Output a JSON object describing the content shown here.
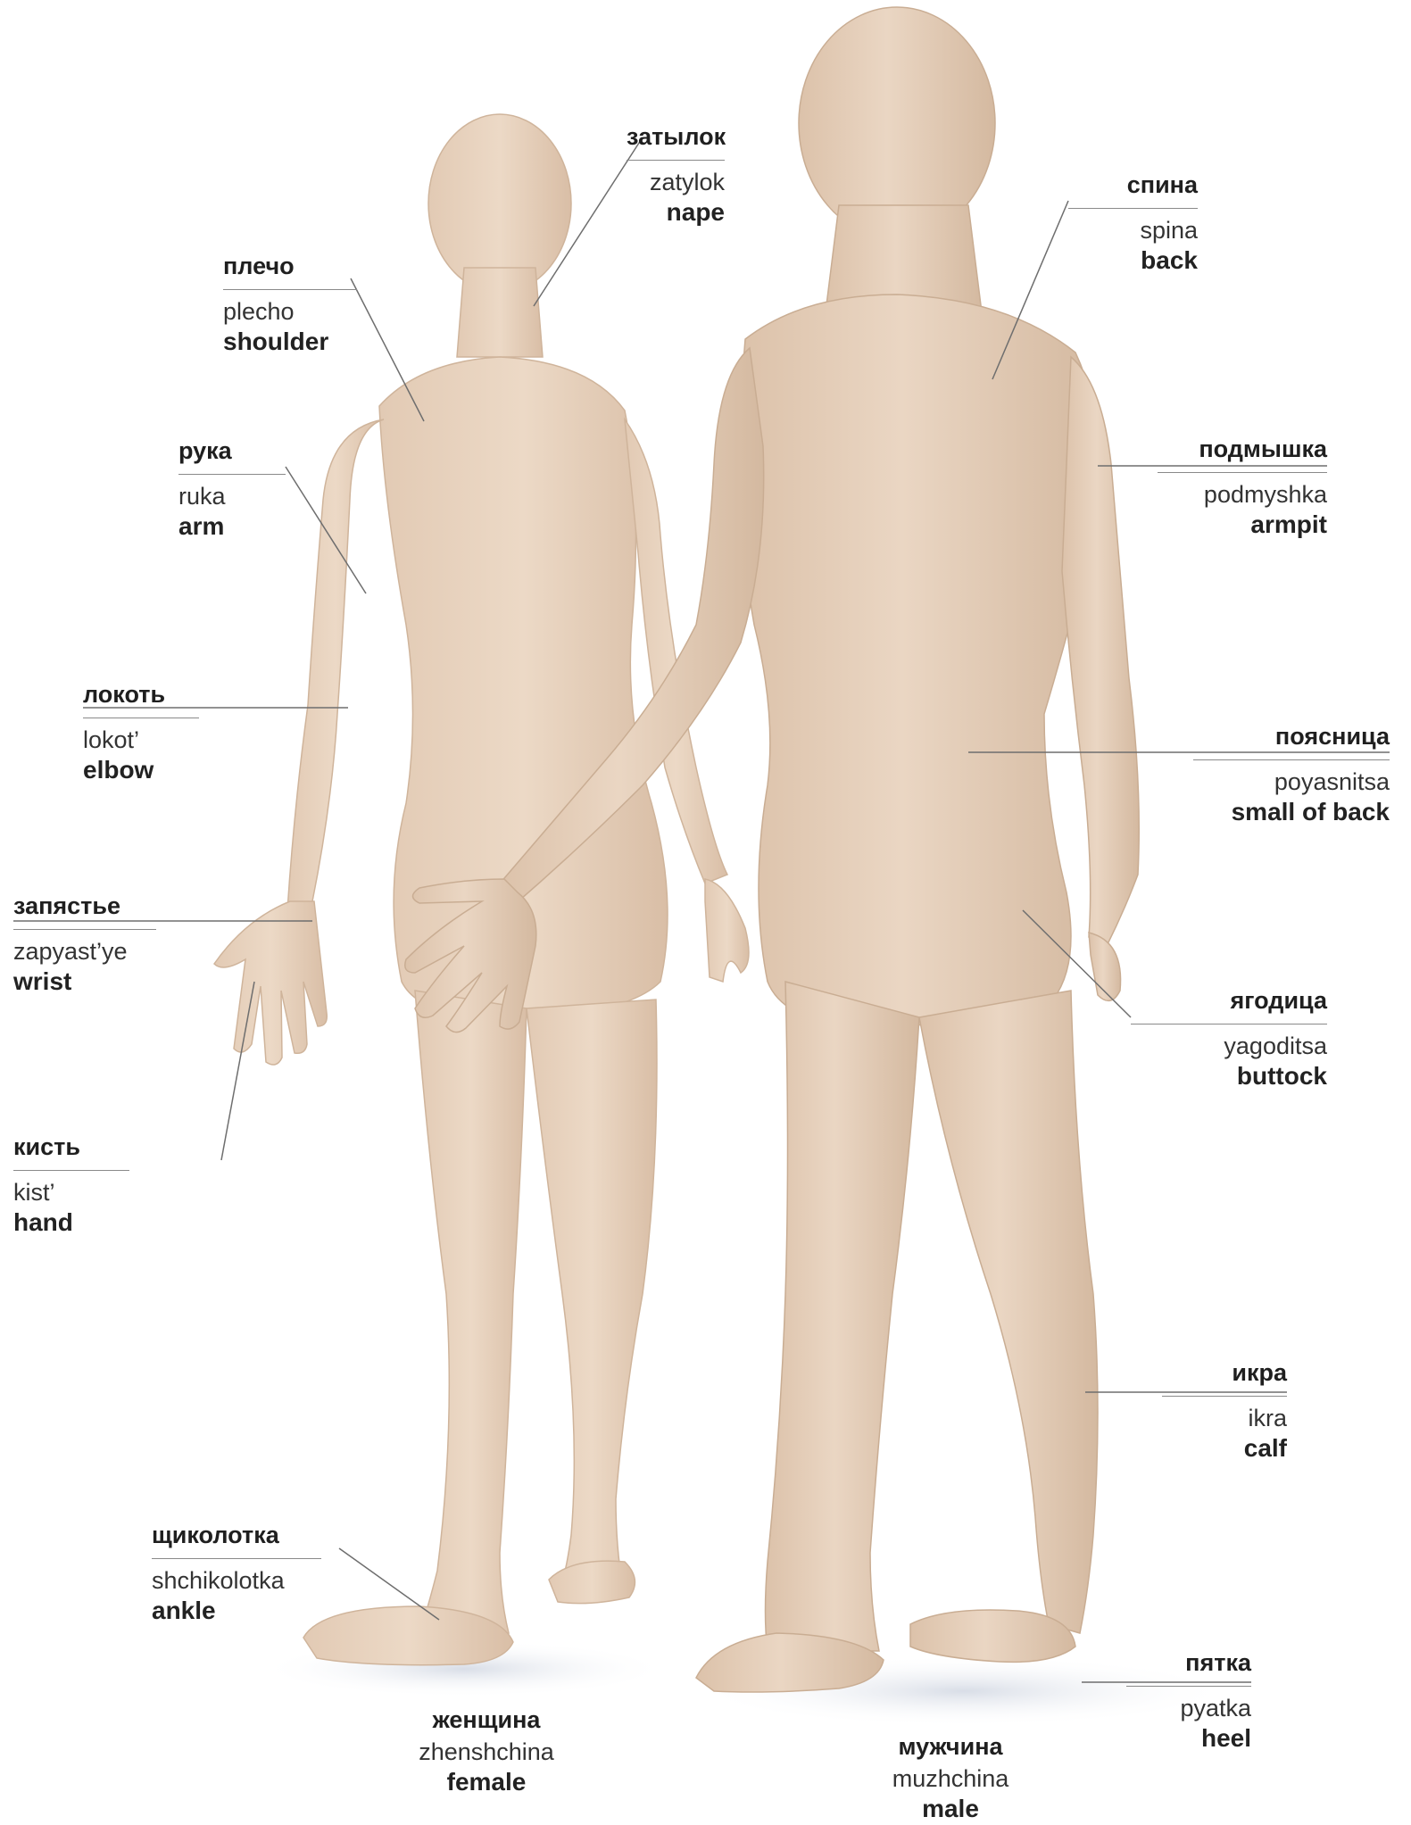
{
  "colors": {
    "skin": "#e8d3bf",
    "skin_shadow": "#cdb29a",
    "leader": "#6e6e6e",
    "text": "#1f1f1f"
  },
  "labels": {
    "nape": {
      "ru": "затылок",
      "tr": "zatylok",
      "en": "nape"
    },
    "shoulder": {
      "ru": "плечо",
      "tr": "plecho",
      "en": "shoulder"
    },
    "arm": {
      "ru": "рука",
      "tr": "ruka",
      "en": "arm"
    },
    "elbow": {
      "ru": "локоть",
      "tr": "lokot’",
      "en": "elbow"
    },
    "wrist": {
      "ru": "запястье",
      "tr": "zapyast’ye",
      "en": "wrist"
    },
    "hand": {
      "ru": "кисть",
      "tr": "kist’",
      "en": "hand"
    },
    "ankle": {
      "ru": "щиколотка",
      "tr": "shchikolotka",
      "en": "ankle"
    },
    "back": {
      "ru": "спина",
      "tr": "spina",
      "en": "back"
    },
    "armpit": {
      "ru": "подмышка",
      "tr": "podmyshka",
      "en": "armpit"
    },
    "small_of_back": {
      "ru": "поясница",
      "tr": "poyasnitsa",
      "en": "small of back"
    },
    "buttock": {
      "ru": "ягодица",
      "tr": "yagoditsa",
      "en": "buttock"
    },
    "calf": {
      "ru": "икра",
      "tr": "ikra",
      "en": "calf"
    },
    "heel": {
      "ru": "пятка",
      "tr": "pyatka",
      "en": "heel"
    }
  },
  "captions": {
    "female": {
      "ru": "женщина",
      "tr": "zhenshchina",
      "en": "female"
    },
    "male": {
      "ru": "мужчина",
      "tr": "muzhchina",
      "en": "male"
    }
  }
}
